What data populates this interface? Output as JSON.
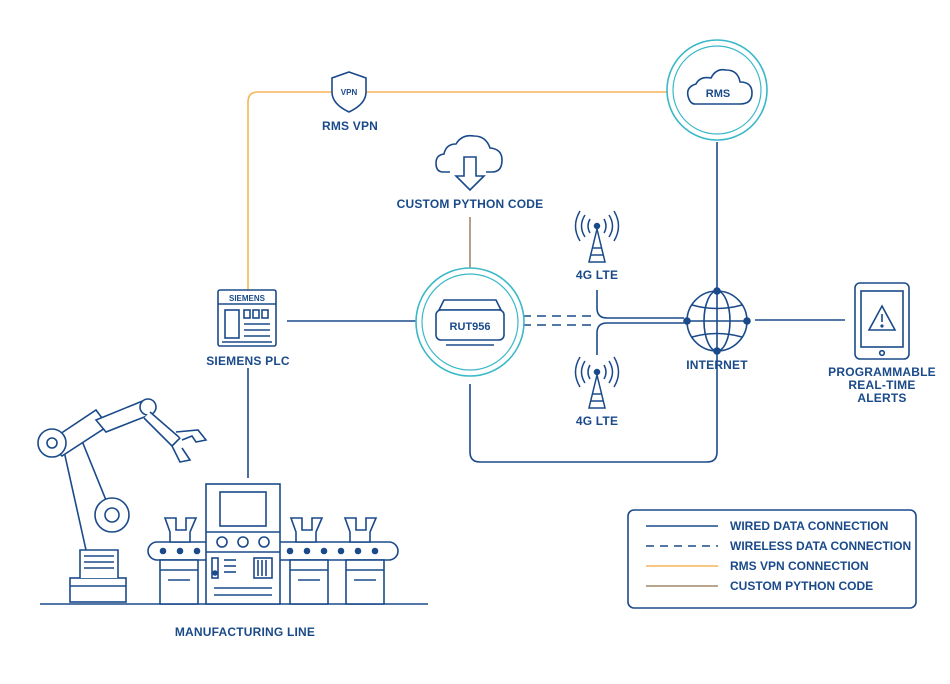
{
  "labels": {
    "rms_vpn": "RMS VPN",
    "vpn_badge": "VPN",
    "rms": "RMS",
    "custom_python_code": "CUSTOM PYTHON CODE",
    "lte_top": "4G LTE",
    "lte_bottom": "4G LTE",
    "siemens_plc": "SIEMENS PLC",
    "siemens_brand": "SIEMENS",
    "router": "RUT956",
    "internet": "INTERNET",
    "alerts": "PROGRAMMABLE REAL-TIME ALERTS",
    "manufacturing_line": "MANUFACTURING LINE"
  },
  "legend": {
    "items": [
      {
        "label": "WIRED DATA CONNECTION",
        "style": "solid",
        "color": "#1a4a8a"
      },
      {
        "label": "WIRELESS DATA CONNECTION",
        "style": "dashed",
        "color": "#1a4a8a"
      },
      {
        "label": "RMS VPN CONNECTION",
        "style": "solid",
        "color": "#f5b65a"
      },
      {
        "label": "CUSTOM PYTHON CODE",
        "style": "solid",
        "color": "#a3876a"
      }
    ]
  },
  "colors": {
    "primary": "#1a4a8a",
    "accent_teal": "#39b8c8",
    "vpn_orange": "#f5b65a",
    "python_brown": "#a3876a"
  }
}
